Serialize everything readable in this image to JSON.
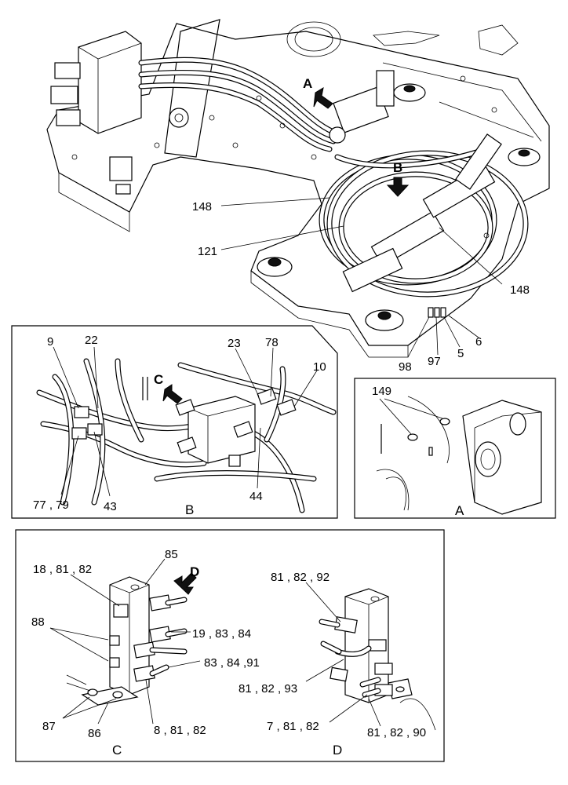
{
  "main_view": {
    "arrow_a": "A",
    "arrow_b": "B",
    "callouts": {
      "c148_top": "148",
      "c121": "121",
      "c148_right": "148",
      "c6": "6",
      "c5": "5",
      "c97": "97",
      "c98": "98"
    }
  },
  "detail_b": {
    "view_label": "B",
    "arrow_c": "C",
    "callouts": {
      "c9": "9",
      "c22": "22",
      "c23": "23",
      "c78": "78",
      "c10": "10",
      "c77_79": "77 , 79",
      "c43": "43",
      "c44": "44"
    }
  },
  "detail_a": {
    "view_label": "A",
    "callouts": {
      "c149": "149"
    }
  },
  "detail_c": {
    "view_label": "C",
    "arrow_d": "D",
    "callouts": {
      "c85": "85",
      "c18_81_82": "18 , 81 , 82",
      "c88": "88",
      "c19_83_84": "19 , 83 , 84",
      "c83_84_91": "83 , 84 ,91",
      "c87": "87",
      "c86": "86",
      "c8_81_82": "8 , 81 , 82"
    }
  },
  "detail_d": {
    "view_label": "D",
    "callouts": {
      "c81_82_92": "81 , 82 , 92",
      "c81_82_93": "81 , 82 , 93",
      "c7_81_82": "7 , 81 , 82",
      "c81_82_90": "81 , 82 , 90"
    }
  }
}
